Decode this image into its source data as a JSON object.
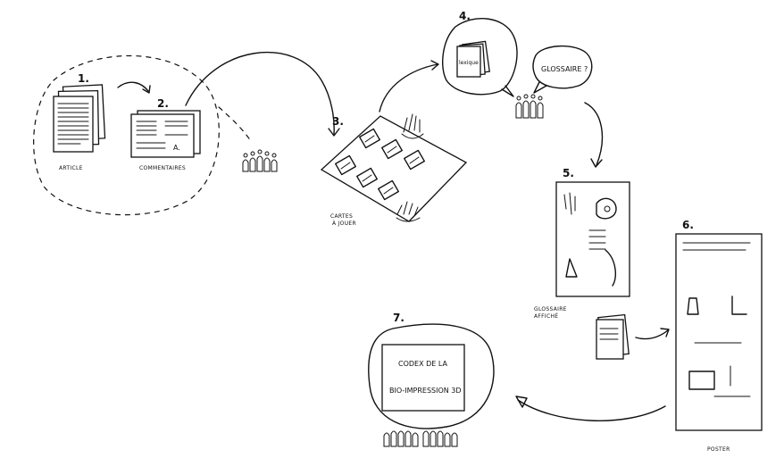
{
  "steps": [
    {
      "number": "1.",
      "label": "ARTICLE"
    },
    {
      "number": "2.",
      "label": "COMMENTAIRES",
      "sub": "A."
    },
    {
      "number": "3.",
      "label_line1": "CARTES",
      "label_line2": "À JOUER"
    },
    {
      "number": "4.",
      "card_text": "lexique",
      "bubble_text": "GLOSSAIRE ?"
    },
    {
      "number": "5.",
      "label_line1": "GLOSSAIRE",
      "label_line2": "AFFICHÉ"
    },
    {
      "number": "6.",
      "label": "POSTER"
    },
    {
      "number": "7.",
      "screen_line1": "CODEX DE LA",
      "screen_line2": "BIO-IMPRESSION 3D"
    }
  ]
}
